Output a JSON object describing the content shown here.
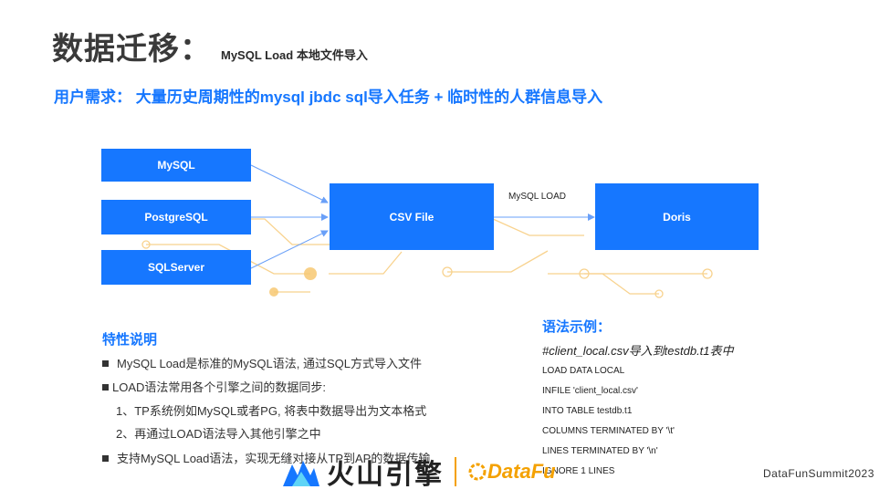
{
  "header": {
    "title": "数据迁移：",
    "subtitle": "MySQL Load 本地文件导入",
    "requirement": "用户需求： 大量历史周期性的mysql jbdc sql导入任务 + 临时性的人群信息导入"
  },
  "diagram": {
    "sources": [
      "MySQL",
      "PostgreSQL",
      "SQLServer"
    ],
    "middle": "CSV File",
    "target": "Doris",
    "edge_label": "MySQL LOAD",
    "colors": {
      "box": "#1677ff",
      "decor": "#f7c873"
    }
  },
  "features": {
    "title": "特性说明",
    "lines": [
      "MySQL Load是标准的MySQL语法, 通过SQL方式导入文件",
      "LOAD语法常用各个引擎之间的数据同步:",
      "1、TP系统例如MySQL或者PG, 将表中数据导出为文本格式",
      "2、再通过LOAD语法导入其他引擎之中",
      "支持MySQL Load语法，实现无缝对接从TP到AP的数据传输"
    ]
  },
  "syntax": {
    "title": "语法示例：",
    "comment": "#client_local.csv导入到testdb.t1表中",
    "lines": [
      "LOAD DATA LOCAL",
      "INFILE 'client_local.csv'",
      "INTO TABLE testdb.t1",
      "COLUMNS TERMINATED BY '\\t'",
      "LINES TERMINATED BY '\\n'",
      "IGNORE 1 LINES"
    ]
  },
  "logo": {
    "brand1": "火山引擎",
    "brand2": "DataFu"
  },
  "footer": {
    "text": "DataFunSummit2023"
  }
}
